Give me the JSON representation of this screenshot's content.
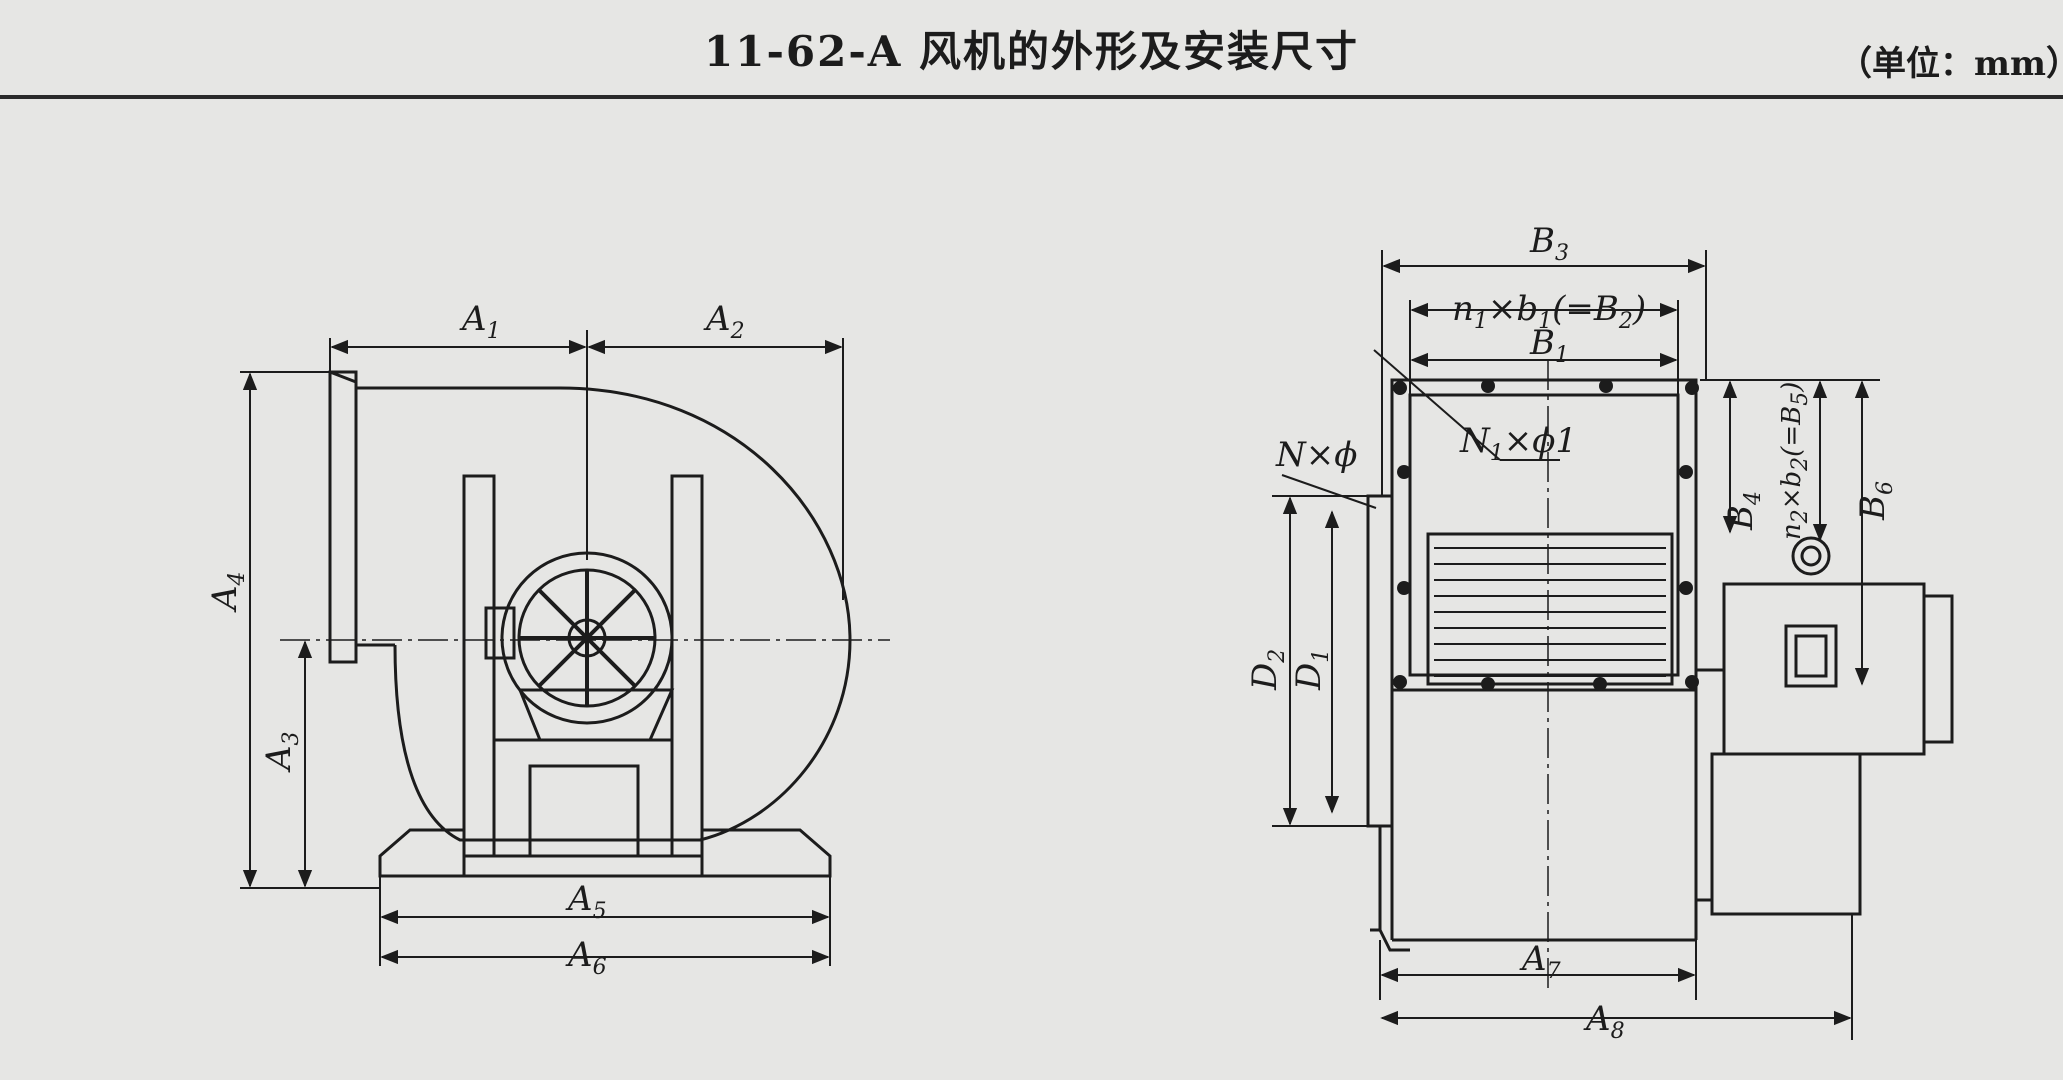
{
  "header": {
    "title": "11-62-A 风机的外形及安装尺寸",
    "unit": "（单位：mm）"
  },
  "labels": {
    "A1": {
      "main": "A",
      "sub": "1"
    },
    "A2": {
      "main": "A",
      "sub": "2"
    },
    "A3": {
      "main": "A",
      "sub": "3"
    },
    "A4": {
      "main": "A",
      "sub": "4"
    },
    "A5": {
      "main": "A",
      "sub": "5"
    },
    "A6": {
      "main": "A",
      "sub": "6"
    },
    "A7": {
      "main": "A",
      "sub": "7"
    },
    "A8": {
      "main": "A",
      "sub": "8"
    },
    "B1": {
      "main": "B",
      "sub": "1"
    },
    "B3": {
      "main": "B",
      "sub": "3"
    },
    "B4": {
      "main": "B",
      "sub": "4"
    },
    "B6": {
      "main": "B",
      "sub": "6"
    },
    "D1": {
      "main": "D",
      "sub": "1"
    },
    "D2": {
      "main": "D",
      "sub": "2"
    },
    "n1b1": {
      "main": "n",
      "sub": "1",
      "rest": "×b",
      "sub2": "1",
      "tail": "(=B",
      "sub3": "2",
      "end": ")"
    },
    "n2b2": {
      "main": "n",
      "sub": "2",
      "rest": "×b",
      "sub2": "2",
      "tail": "(=B",
      "sub3": "5",
      "end": ")"
    },
    "N1phi1": {
      "main": "N",
      "sub": "1",
      "rest": "×ϕ1"
    },
    "Nphi": {
      "main": "N×ϕ"
    }
  }
}
